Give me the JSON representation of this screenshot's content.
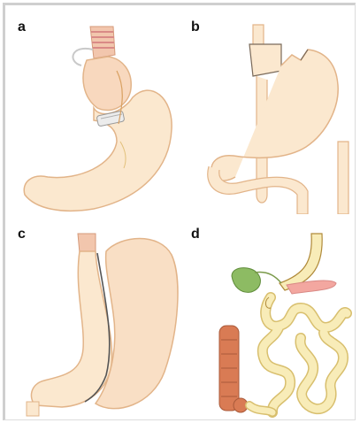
{
  "panels": [
    {
      "id": "a",
      "label": "a"
    },
    {
      "id": "b",
      "label": "b"
    },
    {
      "id": "c",
      "label": "c"
    },
    {
      "id": "d",
      "label": "d"
    }
  ],
  "colors": {
    "stomach_fill": "#fbe8cf",
    "stomach_outline": "#e2b489",
    "esophagus": "#f2c6ad",
    "band_red": "#d98a86",
    "intestine_fill": "#f8ecb8",
    "intestine_outline": "#d8bf6e",
    "gallbladder": "#8dbb63",
    "colon": "#d97b54",
    "pancreas": "#f3a7a0"
  }
}
